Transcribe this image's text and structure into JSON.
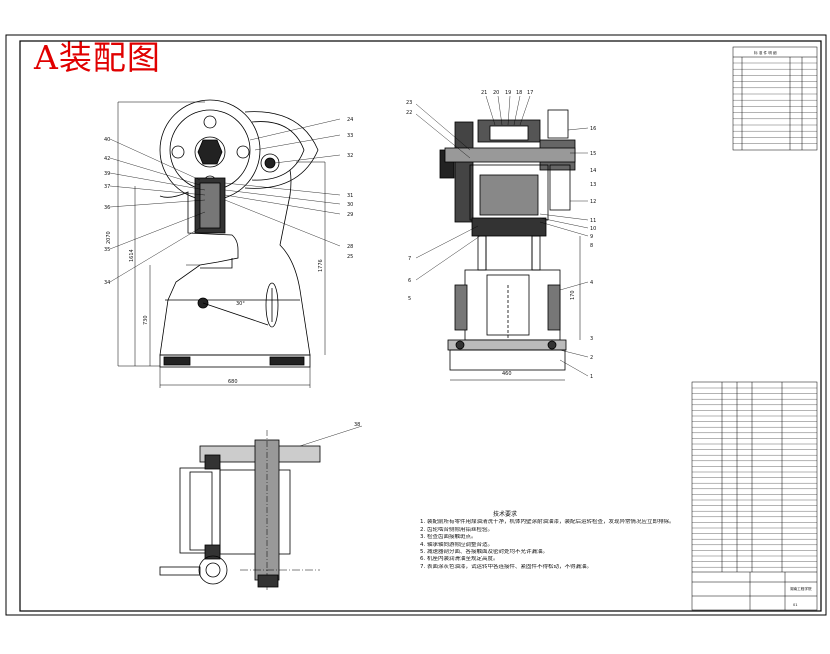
{
  "title": "A装配图",
  "tech_notes": {
    "heading": "技术要求",
    "lines": [
      "1. 装配前所有零件用煤油清洗干净，机体内壁涂耐油油漆，装配后运转检查，发现异常情况应立即排除。",
      "2. 齿轮啮合侧隙用铅丝检验。",
      "3. 检查齿面接触斑点。",
      "4. 轴承轴向游隙应调整合适。",
      "5. 减速器剖分面、各接触面及密封处均不允许漏油。",
      "6. 机座内装润滑油至规定高度。",
      "7. 表面涂灰色油漆，试运转中各连接件、紧固件不得松动，不得漏油。"
    ]
  },
  "front_view": {
    "dims": {
      "height_total": "1776",
      "height_1": "2070",
      "height_2": "1614",
      "height_3": "730",
      "width": "680",
      "angle": "30°"
    },
    "callouts": [
      "40",
      "42",
      "39",
      "37",
      "36",
      "35",
      "34",
      "24",
      "33",
      "32",
      "31",
      "30",
      "29",
      "28",
      "25"
    ]
  },
  "side_view": {
    "dims": {
      "width": "460",
      "stroke": "170"
    },
    "callouts_left": [
      "23",
      "22",
      "21",
      "20",
      "19",
      "18",
      "17",
      "7",
      "6",
      "5"
    ],
    "callouts_right": [
      "16",
      "15",
      "14",
      "13",
      "12",
      "11",
      "10",
      "9",
      "8",
      "4",
      "3",
      "2",
      "1"
    ]
  },
  "plan_view": {
    "callouts": [
      "38"
    ]
  },
  "parts_table": {
    "heading": "标 准 件 明 细"
  },
  "title_block": {
    "school": "湖南工程学院",
    "drawing_no": "01"
  }
}
